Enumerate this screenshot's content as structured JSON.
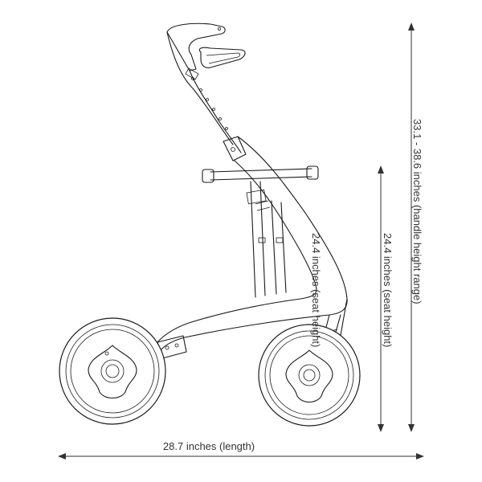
{
  "title": "",
  "dimensions": {
    "length": {
      "label": "28.7 inches (length)",
      "value": 28.7,
      "unit": "inches"
    },
    "seat_height_frame": {
      "label": "24.4 inches  (seat height)"
    },
    "seat_height": {
      "label": "24.4 inches  (seat height)",
      "value": 24.4,
      "unit": "inches"
    },
    "handle_height": {
      "label": "33.1 - 38.6 inches  (handle height range)",
      "min": 33.1,
      "max": 38.6,
      "unit": "inches"
    }
  },
  "colors": {
    "line": "#1a1a1a",
    "dimension": "#333333",
    "background": "#ffffff"
  }
}
